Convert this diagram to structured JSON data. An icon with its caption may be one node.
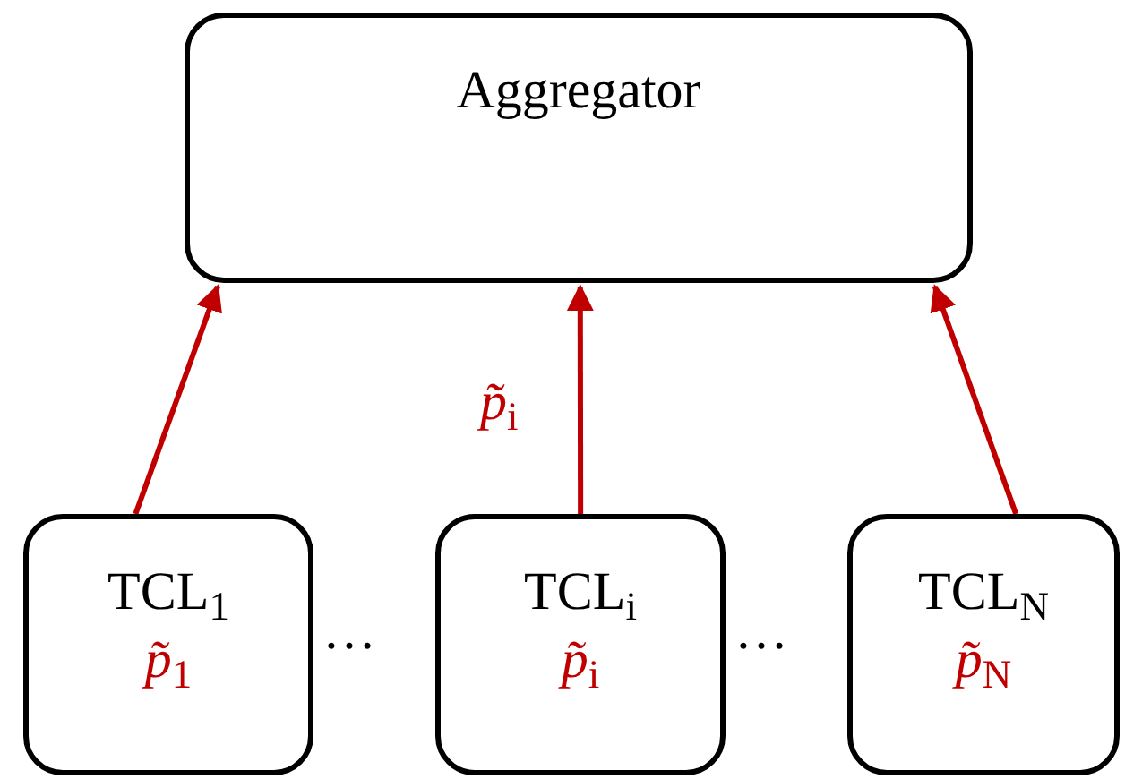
{
  "diagram": {
    "nodes": [
      {
        "text": [
          "Aggregator"
        ]
      },
      {
        "text": [
          "TCL$_{1}$",
          "*p̃*$_{1}$"
        ]
      },
      {
        "text": [
          "TCL$_{i}$",
          "*p̃*$_{i}$"
        ]
      },
      {
        "text": [
          "TCL$_{N}$",
          "*p̃*$_{N}$"
        ]
      }
    ],
    "edges": [
      {
        "from": 1,
        "to": 0,
        "arrow": "to"
      },
      {
        "from": 2,
        "to": 0,
        "arrow": "to",
        "label": "*p̃*$_{i}$"
      },
      {
        "from": 3,
        "to": 0,
        "arrow": "to"
      }
    ],
    "labels": [
      "…",
      "…"
    ]
  }
}
